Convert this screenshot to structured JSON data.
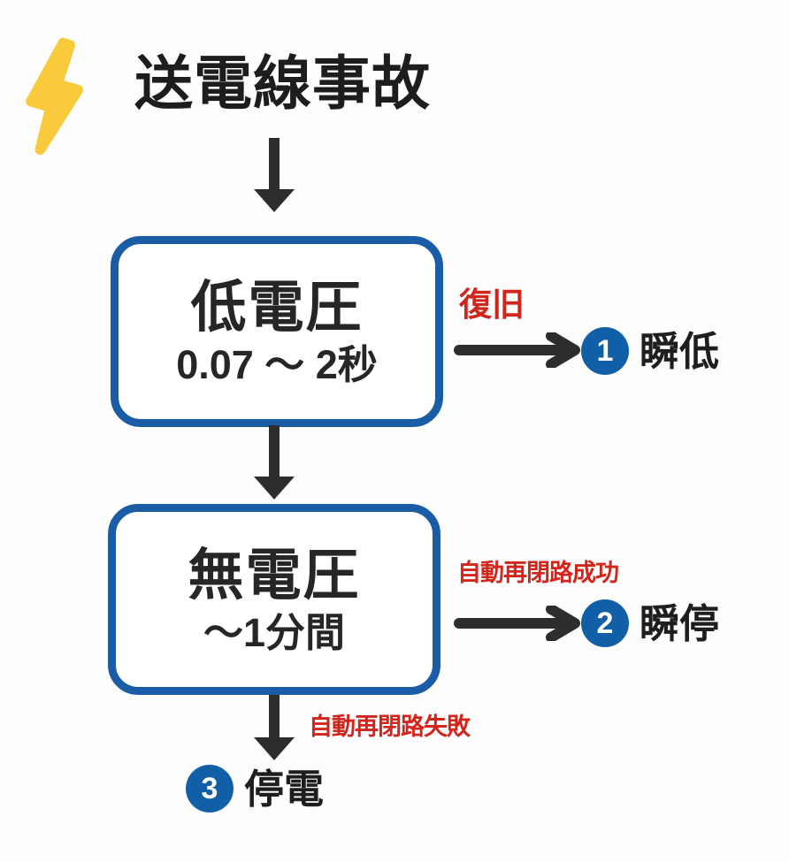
{
  "header": {
    "icon": "lightning-bolt",
    "title": "送電線事故"
  },
  "stages": {
    "stage1": {
      "name": "低電圧",
      "duration": "0.07 〜 2秒"
    },
    "stage2": {
      "name": "無電圧",
      "duration": "〜1分間"
    }
  },
  "outcomes": {
    "outcome1": {
      "condition": "復旧",
      "number": "1",
      "label": "瞬低"
    },
    "outcome2": {
      "condition": "自動再閉路成功",
      "number": "2",
      "label": "瞬停"
    },
    "outcome3": {
      "condition": "自動再閉路失敗",
      "number": "3",
      "label": "停電"
    }
  },
  "colors": {
    "background": "#fdfdfd",
    "box_border_blue": "#1a5ca6",
    "badge_blue": "#1160a7",
    "condition_red": "#d2261d",
    "arrow_dark": "#2d2d2d",
    "bolt_yellow": "#f9ca3b",
    "text_dark": "#1d1d1d"
  }
}
